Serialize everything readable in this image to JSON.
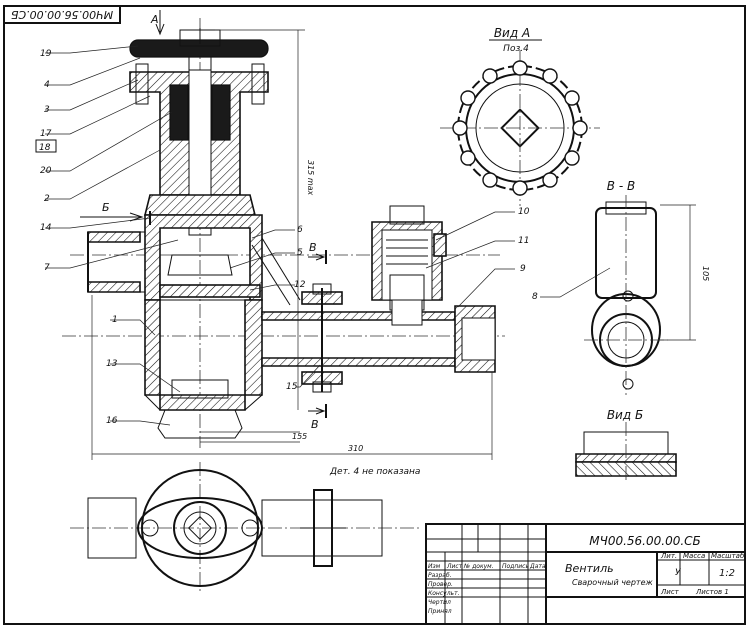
{
  "stamp_top": "МЧ00.56.00.00.СБ",
  "view_a": {
    "title": "Вид А",
    "sub": "Поз.4"
  },
  "section_bb": "В - В",
  "view_b": "Вид Б",
  "arrow_a": "А",
  "arrow_b": "Б",
  "cut_b_top": "В",
  "cut_b_bottom": "В",
  "parts": [
    "19",
    "4",
    "3",
    "17",
    "18",
    "20",
    "2",
    "14",
    "7",
    "1",
    "13",
    "16",
    "6",
    "5",
    "12",
    "10",
    "11",
    "9",
    "15",
    "8"
  ],
  "dims": {
    "height": "315 max",
    "d155": "155",
    "d310": "310",
    "d105": "105"
  },
  "note": "Дет. 4 не показана",
  "title_block": {
    "doc_code": "МЧ00.56.00.00.СБ",
    "name": "Вентиль",
    "subtitle": "Сварочный чертеж",
    "lit": "Лит.",
    "mass": "Масса",
    "scale_hdr": "Масштаб",
    "scale": "1:2",
    "lit_val": "У",
    "sheet": "Лист",
    "sheets": "Листов 1",
    "col_headers": [
      "Изм",
      "Лист",
      "№ докум.",
      "Подпись",
      "Дата"
    ],
    "row_labels": [
      "Разраб.",
      "Провер.",
      "Консульт.",
      "Чертил",
      "Принял"
    ]
  }
}
